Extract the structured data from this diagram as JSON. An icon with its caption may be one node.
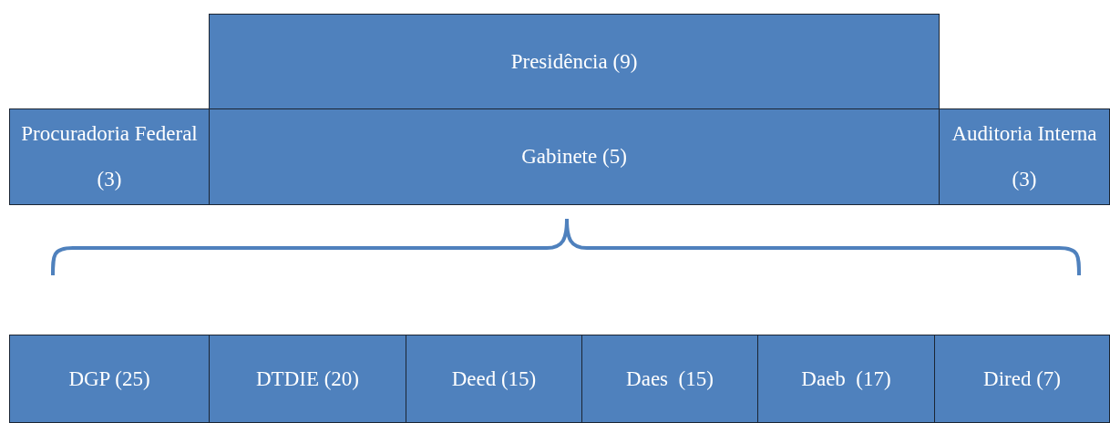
{
  "diagram": {
    "nodes": [
      {
        "text": [
          "Presidência (9)"
        ]
      },
      {
        "text": [
          "Procuradoria Federal (3)"
        ]
      },
      {
        "text": [
          "Gabinete (5)"
        ]
      },
      {
        "text": [
          "Auditoria Interna (3)"
        ]
      },
      {
        "text": [
          "DGP (25)"
        ]
      },
      {
        "text": [
          "DTDIE (20)"
        ]
      },
      {
        "text": [
          "Deed (15)"
        ]
      },
      {
        "text": [
          "Daes  (15)"
        ]
      },
      {
        "text": [
          "Daeb  (17)"
        ]
      },
      {
        "text": [
          "Dired (7)"
        ]
      }
    ]
  }
}
